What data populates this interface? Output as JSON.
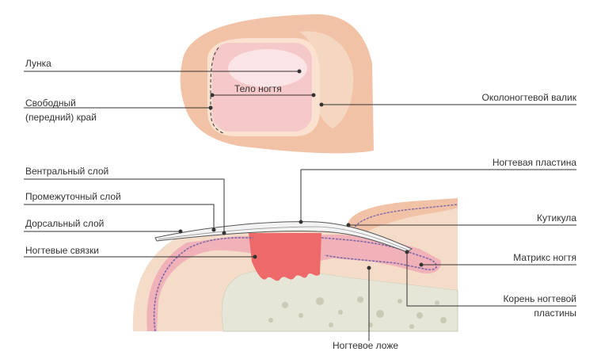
{
  "colors": {
    "skin": "#f1c2a6",
    "skin_light": "#f7dfcd",
    "nail_bed": "#f5c9c9",
    "lunula": "#fbe4e6",
    "tissue": "#f4dcc9",
    "matrix": "#f1b1b8",
    "ligaments": "#ee6a6a",
    "bone": "#e6e6d8",
    "vein": "#7f6aa8",
    "line": "#333333"
  },
  "top_view": {
    "lunula": "Лунка",
    "nail_body": "Тело ногтя",
    "free_edge_line1": "Свободный",
    "free_edge_line2": "(передний) край",
    "nail_fold": "Околоногтевой валик"
  },
  "section_view": {
    "ventral_layer": "Вентральный  слой",
    "intermediate_layer": "Промежуточный слой",
    "dorsal_layer": "Дорсальный слой",
    "nail_ligaments": "Ногтевые связки",
    "nail_plate": "Ногтевая пластина",
    "cuticle": "Кутикула",
    "nail_matrix": "Матрикс ногтя",
    "nail_root_line1": "Корень ногтевой",
    "nail_root_line2": "пластины",
    "nail_bed": "Ногтевое ложе"
  }
}
